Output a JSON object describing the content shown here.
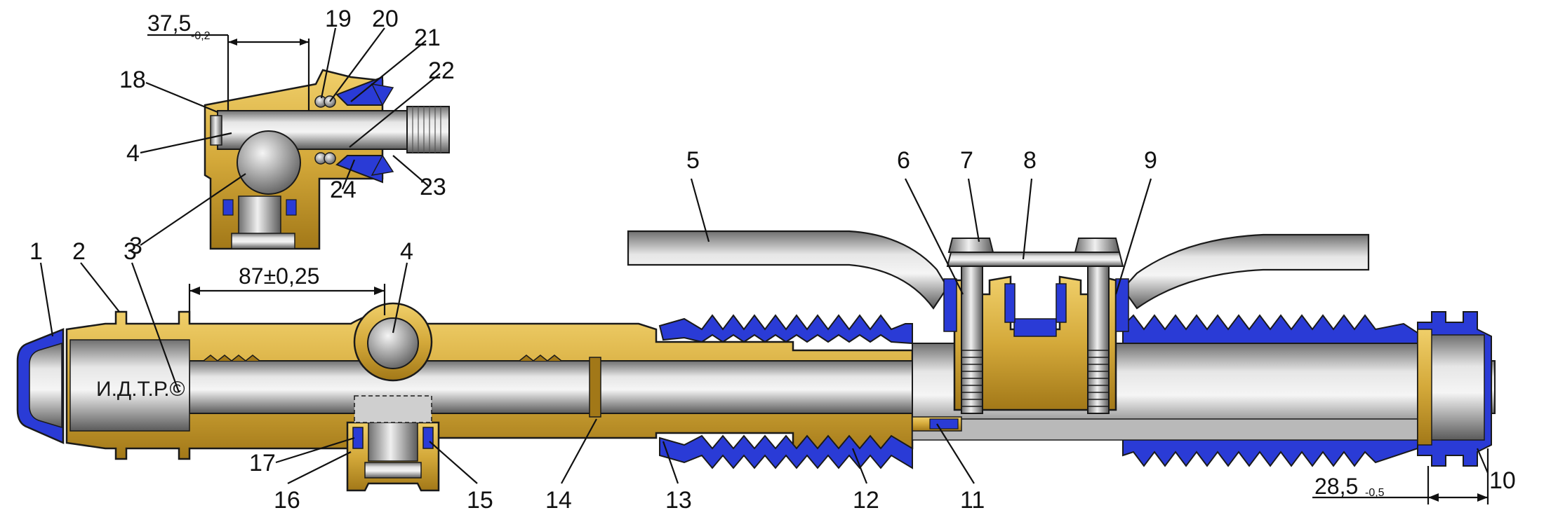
{
  "watermark": "И.Д.Т.Р.©",
  "dimensions": {
    "top_left": {
      "value": "37,5",
      "tol": "-0,2"
    },
    "middle": {
      "value": "87±0,25"
    },
    "right": {
      "value": "28,5",
      "tol": "-0,5"
    }
  },
  "callouts": [
    "1",
    "2",
    "3",
    "4",
    "5",
    "6",
    "7",
    "8",
    "9",
    "10",
    "11",
    "12",
    "13",
    "14",
    "15",
    "16",
    "17",
    "18",
    "19",
    "20",
    "21",
    "22",
    "23",
    "24",
    "3",
    "4"
  ],
  "colors": {
    "housing": "#d4a93a",
    "housing_dark": "#a27818",
    "steel": "#b9b9b9",
    "rubber": "#2a3bd6",
    "outline": "#1a1a1a"
  }
}
